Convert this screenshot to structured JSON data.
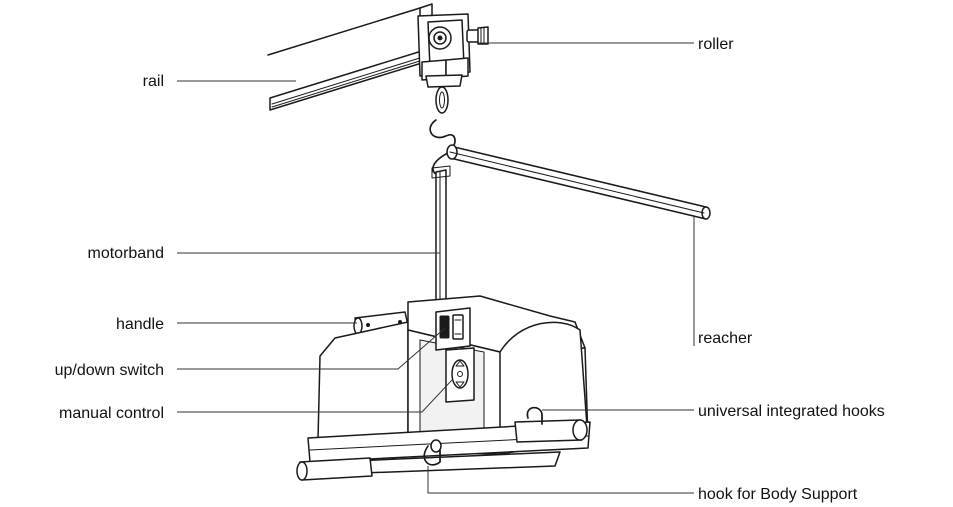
{
  "labels": {
    "rail": "rail",
    "roller": "roller",
    "motorband": "motorband",
    "reacher": "reacher",
    "handle": "handle",
    "up_down_switch": "up/down switch",
    "manual_control": "manual control",
    "universal_integrated_hooks": "universal integrated hooks",
    "hook_for_body_support": "hook for Body Support"
  },
  "colors": {
    "line": "#1a1a1a",
    "background": "#ffffff"
  }
}
